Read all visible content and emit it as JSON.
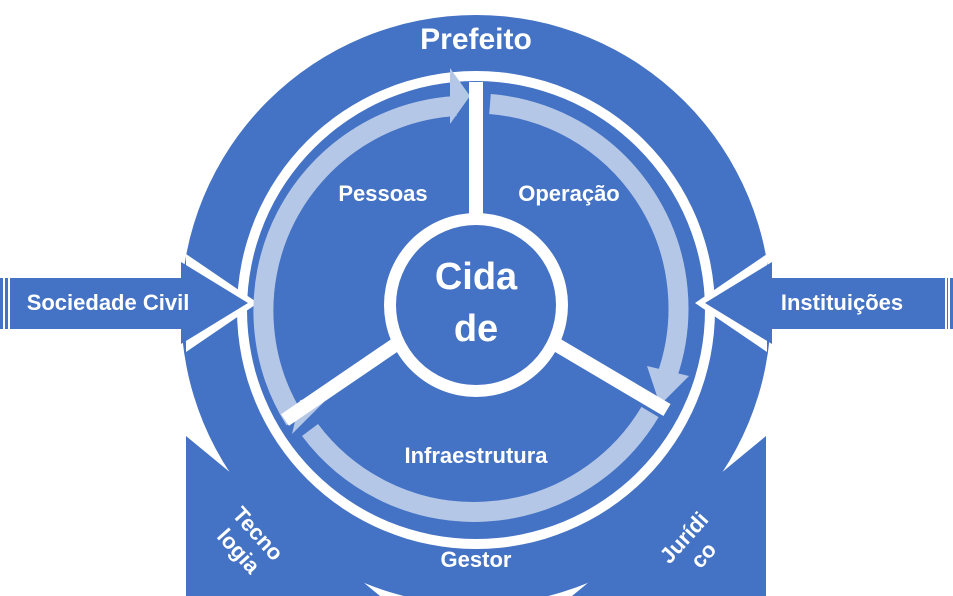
{
  "diagram": {
    "outer_ring_top": "Prefeito",
    "outer_ring_bottom": "Gestor",
    "left_arrow": "Sociedade Civil",
    "right_arrow": "Instituições",
    "bottom_left_corner": [
      "Tecno",
      "logia"
    ],
    "bottom_right_corner": [
      "Jurídi",
      "co"
    ],
    "segments": {
      "top_left": "Pessoas",
      "top_right": "Operação",
      "bottom": "Infraestrutura"
    },
    "center": [
      "Cida",
      "de"
    ],
    "colors": {
      "primary_blue": "#4472C4",
      "cycle_arrow": "#B4C7E7",
      "background": "#FFFFFF"
    }
  }
}
